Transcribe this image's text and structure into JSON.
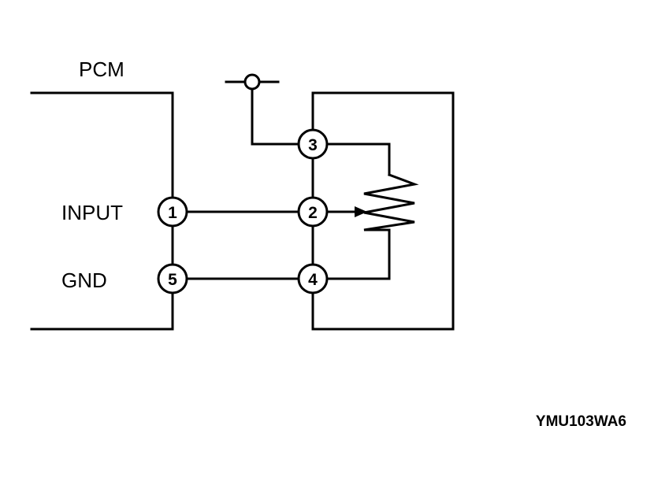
{
  "labels": {
    "pcm": "PCM",
    "input": "INPUT",
    "gnd": "GND",
    "figure_code": "YMU103WA6"
  },
  "terminals": {
    "t1": "1",
    "t2": "2",
    "t3": "3",
    "t4": "4",
    "t5": "5"
  }
}
